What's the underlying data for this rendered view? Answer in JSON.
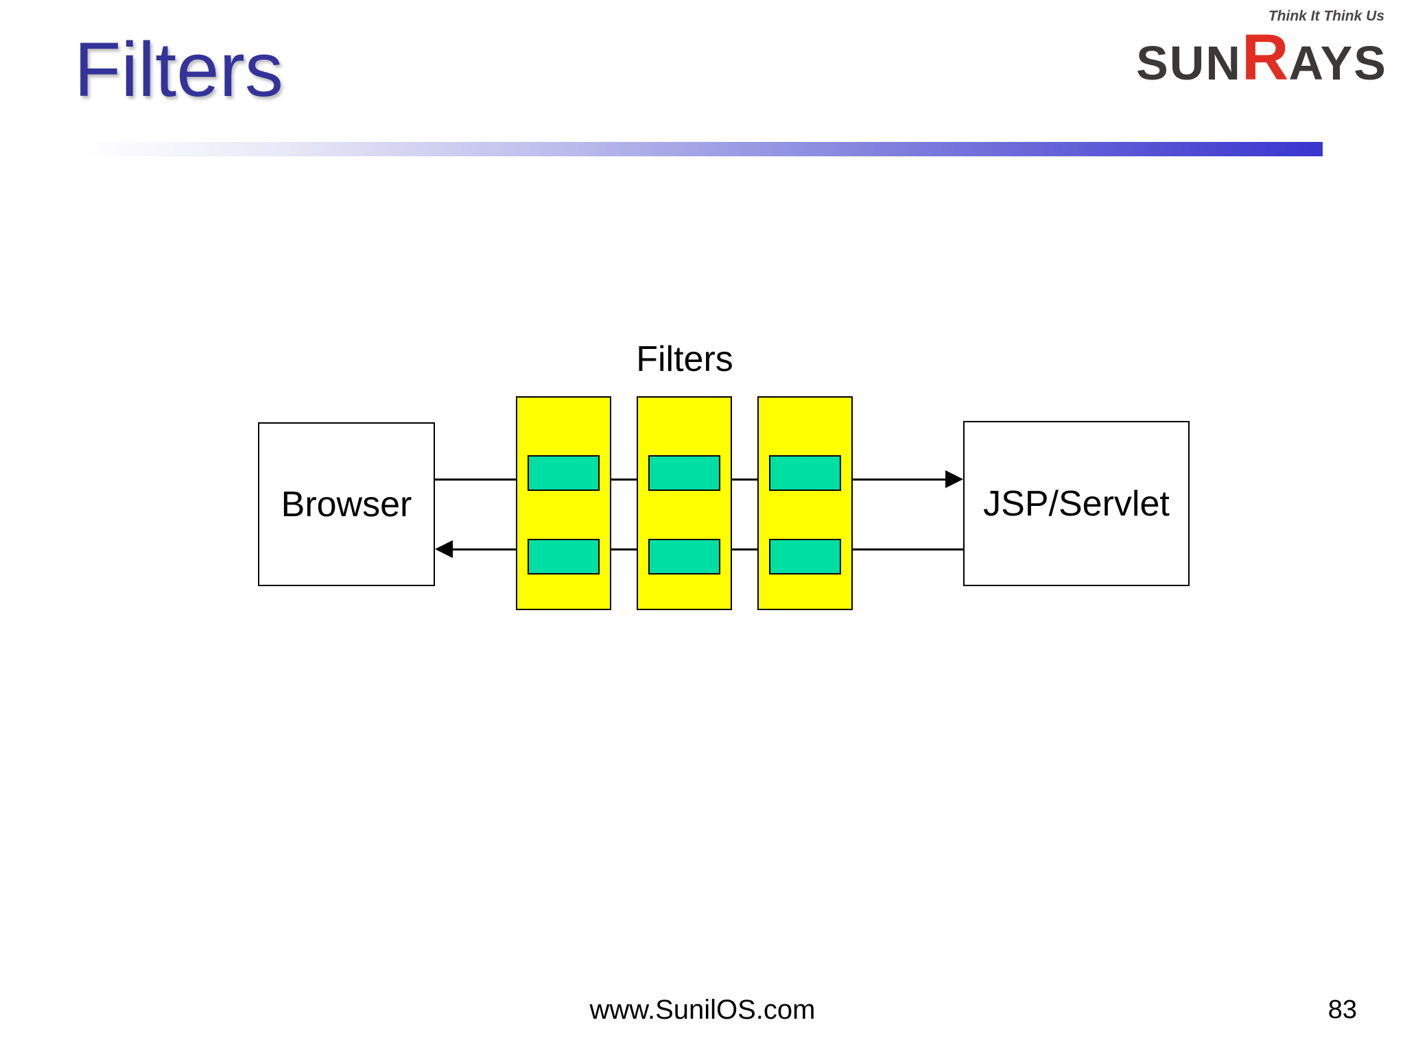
{
  "slide": {
    "title": "Filters",
    "footer_url": "www.SunilOS.com",
    "page_number": "83"
  },
  "logo": {
    "tagline": "Think It Think Us",
    "word_part1": "SUN",
    "word_part2": "R",
    "word_part3": "AYS"
  },
  "diagram": {
    "label": "Filters",
    "browser_label": "Browser",
    "jsp_label": "JSP/Servlet",
    "filter_count": 3,
    "chips_per_filter": 2,
    "flow": "Browser -> Filter -> Filter -> Filter -> JSP/Servlet and back"
  },
  "colors": {
    "title_color": "#333399",
    "accent_bar_end": "#3a35cf",
    "filter_fill": "#ffff00",
    "chip_fill": "#00dfa3",
    "logo_red": "#e02e22",
    "logo_gray": "#3b3838",
    "diagram_ink": "#000000"
  }
}
